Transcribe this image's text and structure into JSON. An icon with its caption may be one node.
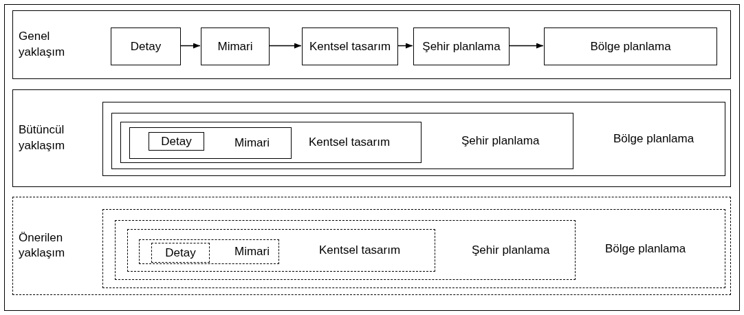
{
  "diagram": {
    "nodes": [
      {
        "text": [
          "Genel yaklaşım"
        ]
      },
      {
        "text": [
          "Detay"
        ],
        "in": 0
      },
      {
        "text": [
          "Mimari"
        ],
        "in": 0
      },
      {
        "text": [
          "Kentsel tasarım"
        ],
        "in": 0
      },
      {
        "text": [
          "Şehir planlama"
        ],
        "in": 0
      },
      {
        "text": [
          "Bölge planlama"
        ],
        "in": 0
      },
      {
        "text": [
          "Bütüncül yaklaşım"
        ]
      },
      {
        "text": [
          "Bölge planlama"
        ],
        "in": 6
      },
      {
        "text": [
          "Şehir planlama"
        ],
        "in": 7
      },
      {
        "text": [
          "Kentsel tasarım"
        ],
        "in": 8
      },
      {
        "text": [
          "Mimari"
        ],
        "in": 9
      },
      {
        "text": [
          "Detay"
        ],
        "in": 10
      },
      {
        "text": [
          "Önerilen yaklaşım"
        ]
      },
      {
        "text": [
          "Bölge planlama"
        ],
        "in": 12
      },
      {
        "text": [
          "Şehir planlama"
        ],
        "in": 13
      },
      {
        "text": [
          "Kentsel tasarım"
        ],
        "in": 14
      },
      {
        "text": [
          "Mimari"
        ],
        "in": 15
      },
      {
        "text": [
          "Detay"
        ],
        "in": 16
      }
    ],
    "edges": [
      {
        "from": 1,
        "to": 2,
        "arrow": "to"
      },
      {
        "from": 2,
        "to": 3,
        "arrow": "to"
      },
      {
        "from": 3,
        "to": 4,
        "arrow": "to"
      },
      {
        "from": 4,
        "to": 5,
        "arrow": "to"
      }
    ]
  }
}
